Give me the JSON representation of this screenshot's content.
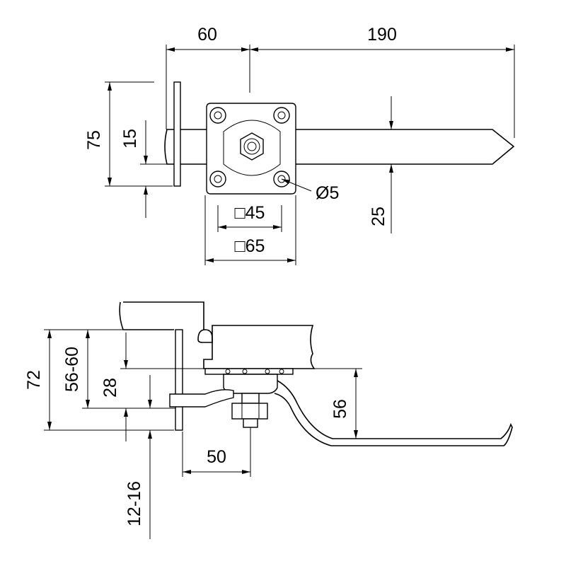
{
  "top_view": {
    "dim_60": "60",
    "dim_190": "190",
    "dim_75": "75",
    "dim_15": "15",
    "dim_25": "25",
    "dim_45": "□45",
    "dim_65": "□65",
    "dim_hole": "Ø5"
  },
  "side_view": {
    "dim_72": "72",
    "dim_56_60": "56-60",
    "dim_28": "28",
    "dim_56": "56",
    "dim_50": "50",
    "dim_12_16": "12-16"
  }
}
